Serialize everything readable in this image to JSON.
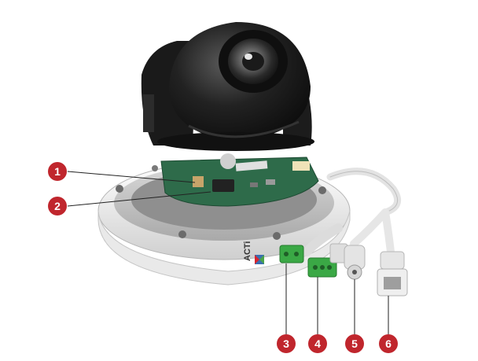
{
  "product": {
    "brand": "ACTi"
  },
  "callouts": [
    {
      "number": "1"
    },
    {
      "number": "2"
    },
    {
      "number": "3"
    },
    {
      "number": "4"
    },
    {
      "number": "5"
    },
    {
      "number": "6"
    }
  ],
  "colors": {
    "callout": "#c0262d",
    "terminal": "#3aa845",
    "housing": "#f2f2f2",
    "dome": "#1b1b1b",
    "pcb": "#2e6b4a",
    "cable": "#e8e8e8"
  }
}
